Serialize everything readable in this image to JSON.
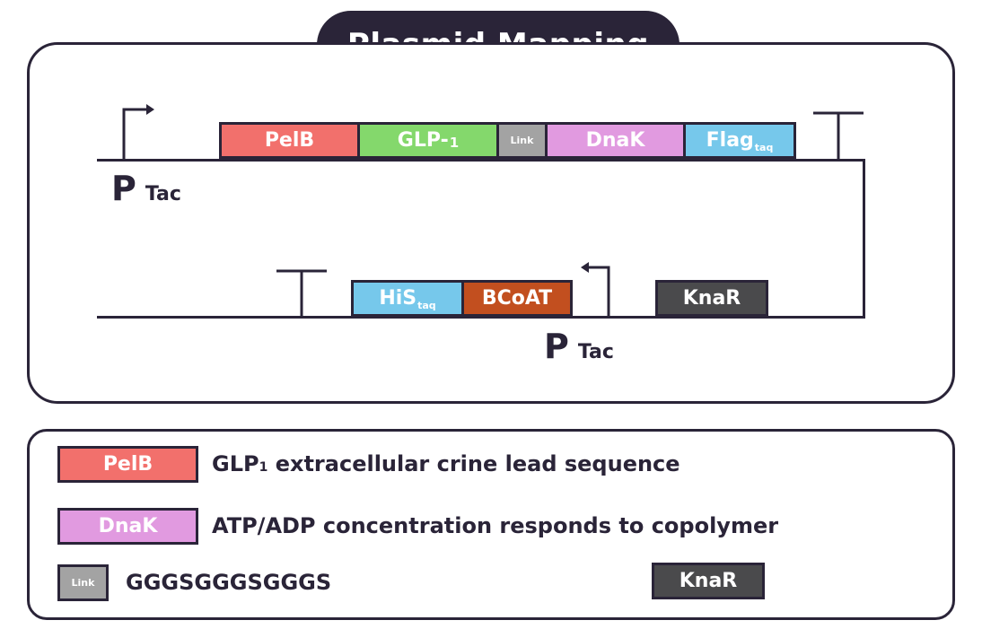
{
  "title": "Plasmid Mapping",
  "colors": {
    "pelb": "#f2706c",
    "glp1": "#84d86c",
    "link": "#a3a3a3",
    "dnak": "#e19ae0",
    "flag": "#76c8eb",
    "his": "#76c8eb",
    "bcoat": "#c24f1f",
    "knar": "#4a4a4c",
    "outline": "#2a2438"
  },
  "top_strand": {
    "promoter": {
      "letter": "P",
      "name": "Tac"
    },
    "genes": [
      {
        "id": "pelb",
        "label": "PelB",
        "sub": ""
      },
      {
        "id": "glp1",
        "label": "GLP-",
        "sub": "1"
      },
      {
        "id": "link",
        "label": "Link",
        "sub": ""
      },
      {
        "id": "dnak",
        "label": "DnaK",
        "sub": ""
      },
      {
        "id": "flag",
        "label": "Flag",
        "sub": "taq"
      }
    ]
  },
  "bottom_strand": {
    "promoter": {
      "letter": "P",
      "name": "Tac"
    },
    "genes": [
      {
        "id": "his",
        "label": "HiS",
        "sub": "taq"
      },
      {
        "id": "bcoat",
        "label": "BCoAT",
        "sub": ""
      },
      {
        "id": "knar",
        "label": "KnaR",
        "sub": ""
      }
    ]
  },
  "legend": {
    "items": [
      {
        "box_label": "PelB",
        "text": "GLP",
        "sub": "1",
        "text_rest": " extracellular crine lead sequence"
      },
      {
        "box_label": "DnaK",
        "text": "ATP/ADP concentration responds to copolymer"
      },
      {
        "box_label": "Link",
        "text": "GGGSGGGSGGGS"
      },
      {
        "box_label": "KnaR",
        "text": ""
      }
    ]
  }
}
